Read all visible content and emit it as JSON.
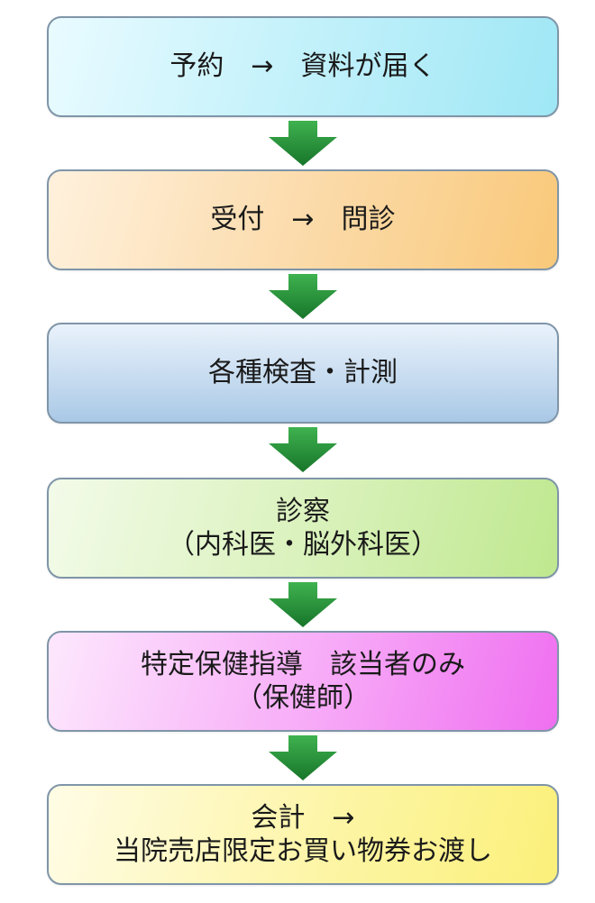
{
  "steps": [
    {
      "lines": [
        "予約　→　資料が届く"
      ]
    },
    {
      "lines": [
        "受付　→　問診"
      ]
    },
    {
      "lines": [
        "各種検査・計測"
      ]
    },
    {
      "lines": [
        "診察",
        "（内科医・脳外科医）"
      ]
    },
    {
      "lines": [
        "特定保健指導　該当者のみ",
        "（保健師）"
      ]
    },
    {
      "lines": [
        "会計　→",
        "当院売店限定お買い物券お渡し"
      ]
    }
  ],
  "colors": {
    "arrow": "#2e9a3e",
    "arrow_dark": "#17752a",
    "border": "#7f95a8"
  }
}
